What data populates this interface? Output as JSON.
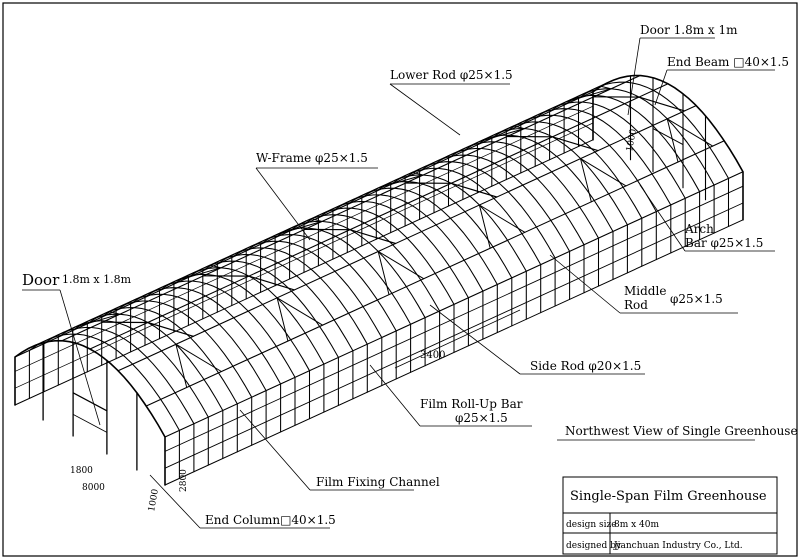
{
  "labels": {
    "door_large_word": "Door",
    "door_large_size": "1.8m x 1.8m",
    "door_small": "Door  1.8m x 1m",
    "end_beam": "End Beam □40×1.5",
    "lower_rod": "Lower Rod φ25×1.5",
    "w_frame": "W-Frame  φ25×1.5",
    "arch_bar_line1": "Arch",
    "arch_bar_line2": "Bar  φ25×1.5",
    "middle_rod_line1": "Middle",
    "middle_rod_line2": "Rod",
    "middle_rod_spec": "φ25×1.5",
    "side_rod": "Side Rod  φ20×1.5",
    "film_rollup_line1": "Film Roll-Up Bar",
    "film_rollup_line2": "φ25×1.5",
    "film_fixing": "Film Fixing Channel",
    "end_column": "End Column□40×1.5",
    "view_caption": "Northwest View of Single Greenhouse"
  },
  "dimensions": {
    "span_3400": "3400",
    "dim_1800": "1800",
    "dim_8000": "8000",
    "dim_2800": "2800",
    "dim_1000_front": "1000",
    "dim_1000_back": "1000"
  },
  "title_block": {
    "title": "Single-Span Film Greenhouse",
    "design_size_label": "design size",
    "design_size_value": "8m x 40m",
    "designed_by_label": "designed by",
    "designed_by_value": "Jianchuan Industry Co., Ltd."
  },
  "colors": {
    "ink": "#000000",
    "paper": "#ffffff"
  }
}
